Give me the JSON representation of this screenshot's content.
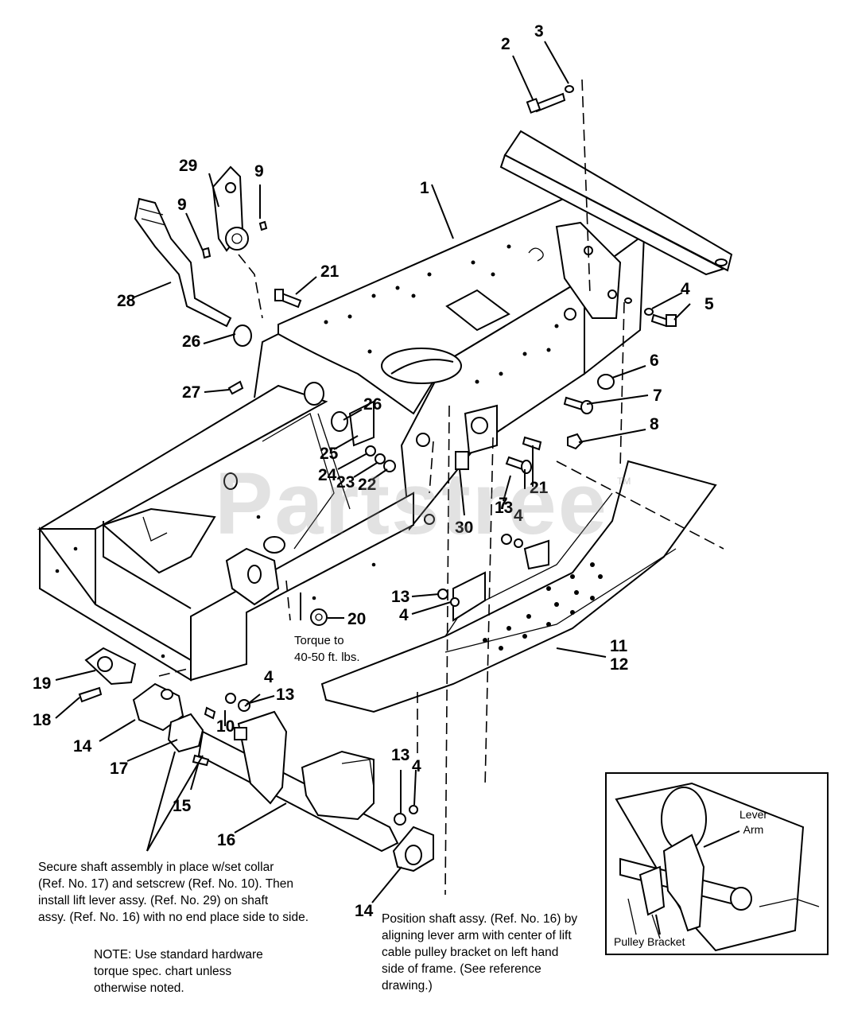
{
  "watermark": "Partstree",
  "watermark_mark": "TM",
  "part_numbers": {
    "p1": "1",
    "p2": "2",
    "p3": "3",
    "p4a": "4",
    "p5": "5",
    "p6": "6",
    "p7a": "7",
    "p7b": "7",
    "p8": "8",
    "p9a": "9",
    "p9b": "9",
    "p10": "10",
    "p11": "11",
    "p12": "12",
    "p13a": "13",
    "p13b": "13",
    "p13c": "13",
    "p13d": "13",
    "p4b": "4",
    "p4c": "4",
    "p4d": "4",
    "p4e": "4",
    "p14a": "14",
    "p14b": "14",
    "p15": "15",
    "p16": "16",
    "p17": "17",
    "p18": "18",
    "p19": "19",
    "p20": "20",
    "p21a": "21",
    "p21b": "21",
    "p22": "22",
    "p23": "23",
    "p24": "24",
    "p25": "25",
    "p26a": "26",
    "p26b": "26",
    "p27": "27",
    "p28": "28",
    "p29": "29",
    "p30": "30"
  },
  "notes": {
    "torque": "Torque to\n40-50 ft. lbs.",
    "secure_shaft": "Secure shaft assembly in place w/set collar\n(Ref. No. 17) and setscrew (Ref. No. 10). Then\ninstall lift lever assy. (Ref. No. 29) on shaft\nassy. (Ref. No. 16) with no end place side to side.",
    "hardware_note": "NOTE: Use standard hardware\ntorque spec. chart unless\notherwise noted.",
    "position_shaft": "Position shaft assy. (Ref. No. 16) by\naligning lever arm with center of lift\ncable pulley bracket on left hand\nside of frame. (See reference\ndrawing.)"
  },
  "inset": {
    "lever_arm": "Lever\nArm",
    "pulley_bracket": "Pulley Bracket"
  }
}
